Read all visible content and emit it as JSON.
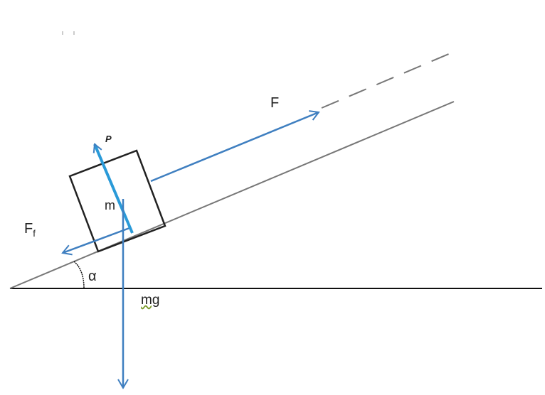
{
  "labels": {
    "force": "F",
    "normal": "P",
    "mass": "m",
    "friction_main": "F",
    "friction_sub": "f",
    "angle": "α",
    "weight": "mg"
  },
  "colors": {
    "arrow": "#3f7fc0",
    "normal_arrow": "#2a9ad8",
    "line": "#111111",
    "incline": "#777777"
  }
}
